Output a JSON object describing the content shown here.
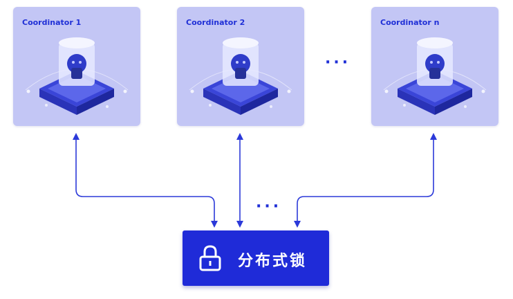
{
  "coordinators": [
    {
      "title": "Coordinator 1"
    },
    {
      "title": "Coordinator 2"
    },
    {
      "title": "Coordinator n"
    }
  ],
  "ellipsis_top": "···",
  "ellipsis_bottom": "···",
  "lock": {
    "label": "分布式锁",
    "icon": "padlock-icon"
  },
  "colors": {
    "accent": "#1f2fd6",
    "card_bg": "#c3c6f5",
    "lock_bg": "#1f2bd8"
  }
}
